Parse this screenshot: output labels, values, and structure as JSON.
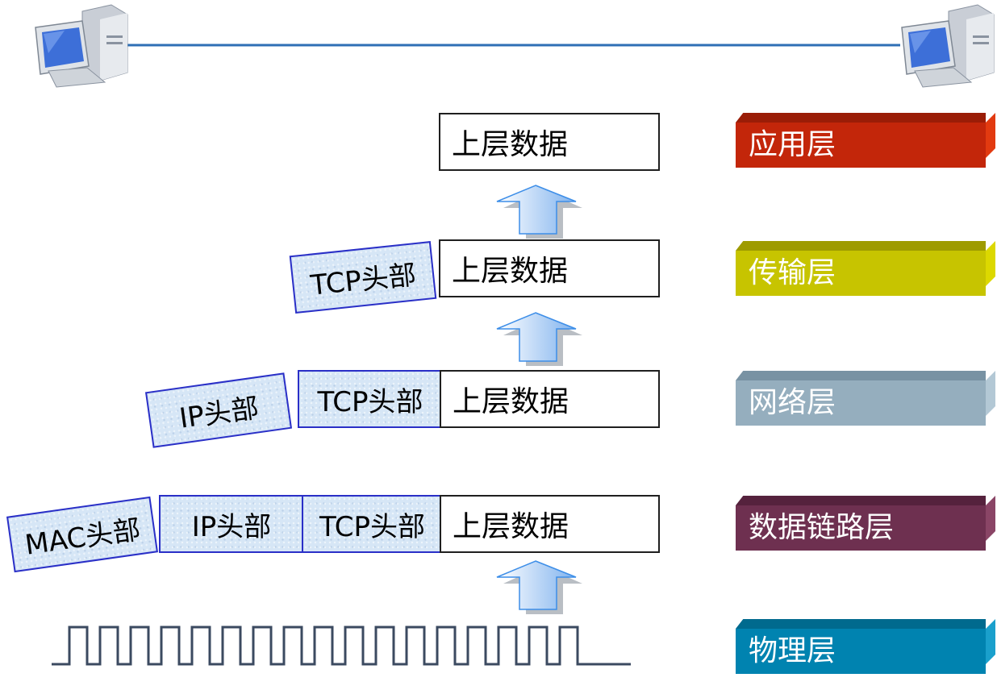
{
  "payload_label": "上层数据",
  "headers": {
    "tcp": "TCP头部",
    "ip": "IP头部",
    "mac": "MAC头部"
  },
  "layers": [
    {
      "label": "应用层",
      "color": "#c3260a",
      "top_color": "#9a1d07",
      "side_color": "#e23a10"
    },
    {
      "label": "传输层",
      "color": "#c7c400",
      "top_color": "#9e9b00",
      "side_color": "#dcd800"
    },
    {
      "label": "网络层",
      "color": "#95aebe",
      "top_color": "#7892a3",
      "side_color": "#b3c8d5"
    },
    {
      "label": "数据链路层",
      "color": "#6e3050",
      "top_color": "#55223d",
      "side_color": "#8a4566"
    },
    {
      "label": "物理层",
      "color": "#0083b0",
      "top_color": "#006a8e",
      "side_color": "#1aa0cc"
    }
  ]
}
